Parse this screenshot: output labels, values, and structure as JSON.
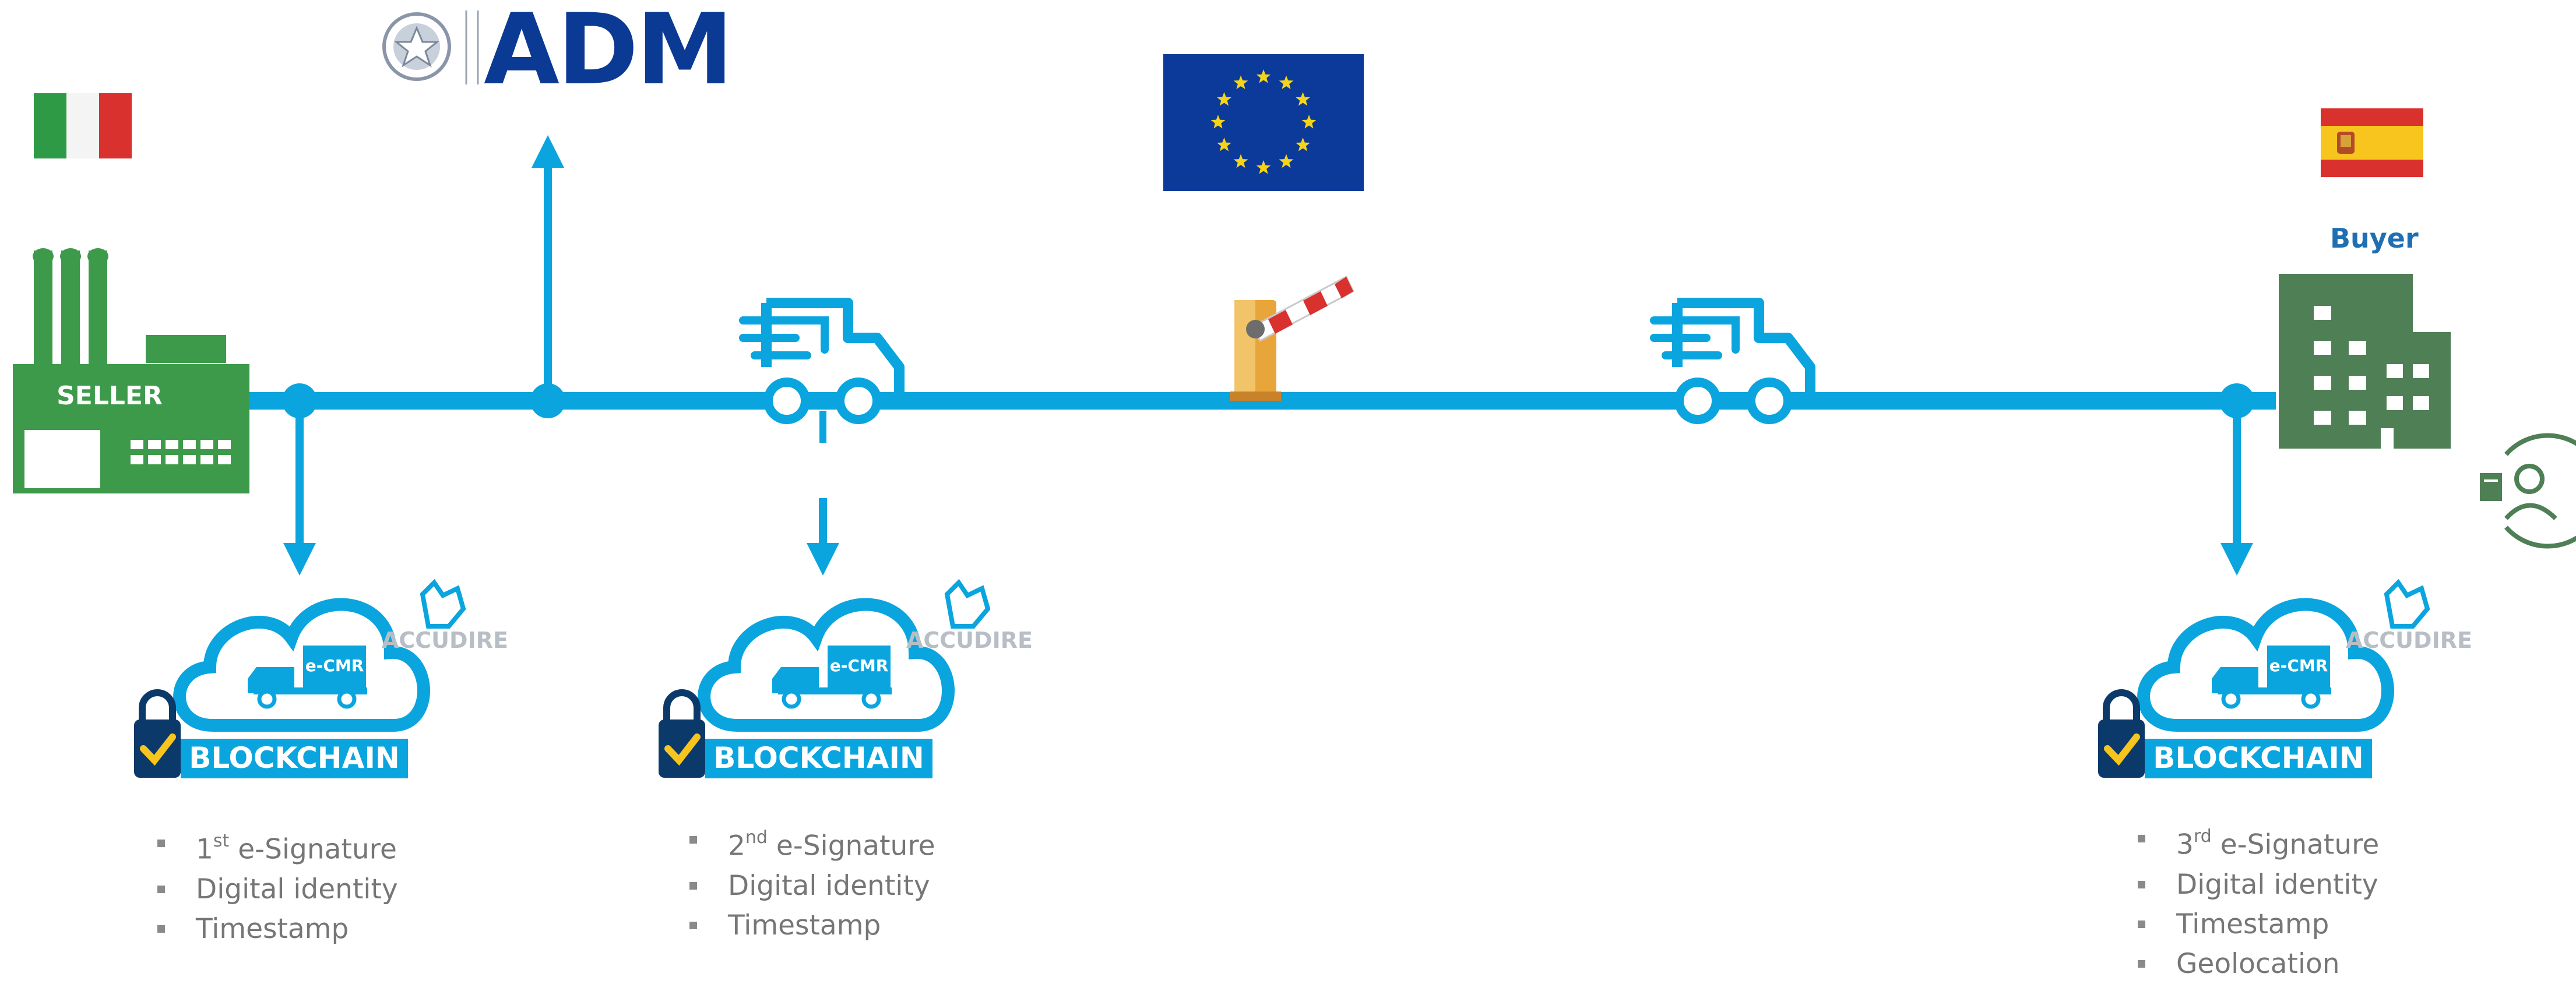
{
  "diagram": {
    "seller": {
      "label": "SELLER"
    },
    "buyer": {
      "label": "Buyer"
    },
    "adm": {
      "logo_text": "ADM"
    },
    "clouds": [
      {
        "badge": "e-CMR",
        "banner": "BLOCKCHAIN",
        "brand": "ACCUDIRE"
      },
      {
        "badge": "e-CMR",
        "banner": "BLOCKCHAIN",
        "brand": "ACCUDIRE"
      },
      {
        "badge": "e-CMR",
        "banner": "BLOCKCHAIN",
        "brand": "ACCUDIRE"
      }
    ],
    "steps": [
      {
        "ordinal": "1",
        "suffix": "st",
        "signature": "e-Signature",
        "items": [
          "Digital identity",
          "Timestamp"
        ]
      },
      {
        "ordinal": "2",
        "suffix": "nd",
        "signature": "e-Signature",
        "items": [
          "Digital identity",
          "Timestamp"
        ]
      },
      {
        "ordinal": "3",
        "suffix": "rd",
        "signature": "e-Signature",
        "items": [
          "Digital identity",
          "Timestamp",
          "Geolocation"
        ]
      }
    ],
    "colors": {
      "line": "#0aa5de",
      "factory_green": "#3d9a4a",
      "building_green": "#4f7f55",
      "adm_blue": "#0a3a93",
      "eu_blue": "#0b3a9a",
      "eu_star": "#f7d417",
      "bullet_gray": "#767676"
    },
    "icons": [
      "italy-flag-icon",
      "factory-icon",
      "adm-emblem-icon",
      "eu-flag-icon",
      "truck-icon",
      "barrier-icon",
      "spain-flag-icon",
      "building-icon",
      "user-badge-icon",
      "cloud-icon",
      "lock-icon",
      "rhino-icon"
    ]
  }
}
